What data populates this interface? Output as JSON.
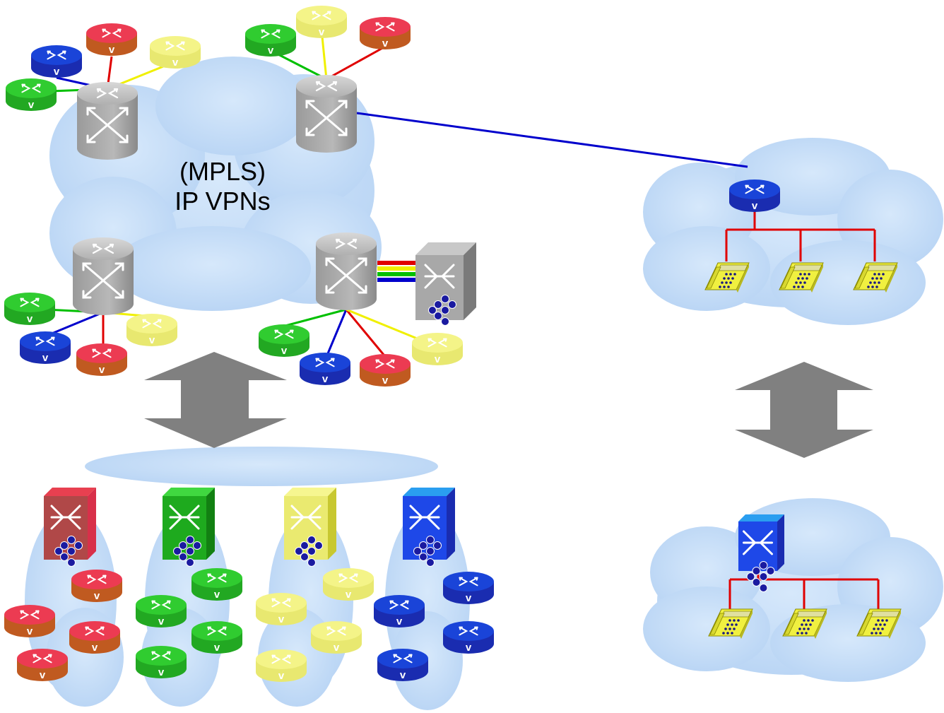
{
  "core_cloud": {
    "label_line1": "(MPLS)",
    "label_line2": "IP VPNs"
  },
  "router_letter": "V",
  "colors": {
    "red": "#e8324a",
    "red_base": "#c0501e",
    "blue": "#1a44d8",
    "green": "#2ed02e",
    "yellow": "#f4f488",
    "gray": "#a8a8a8",
    "cloud": "#c4dcf6",
    "link_blue": "#0000cc",
    "link_red": "#e00000",
    "arrow": "#808080"
  },
  "icons": [
    "cloud-icon",
    "router-icon",
    "core-router-icon",
    "switch-tower-icon",
    "ip-phone-icon",
    "double-arrow-icon"
  ]
}
